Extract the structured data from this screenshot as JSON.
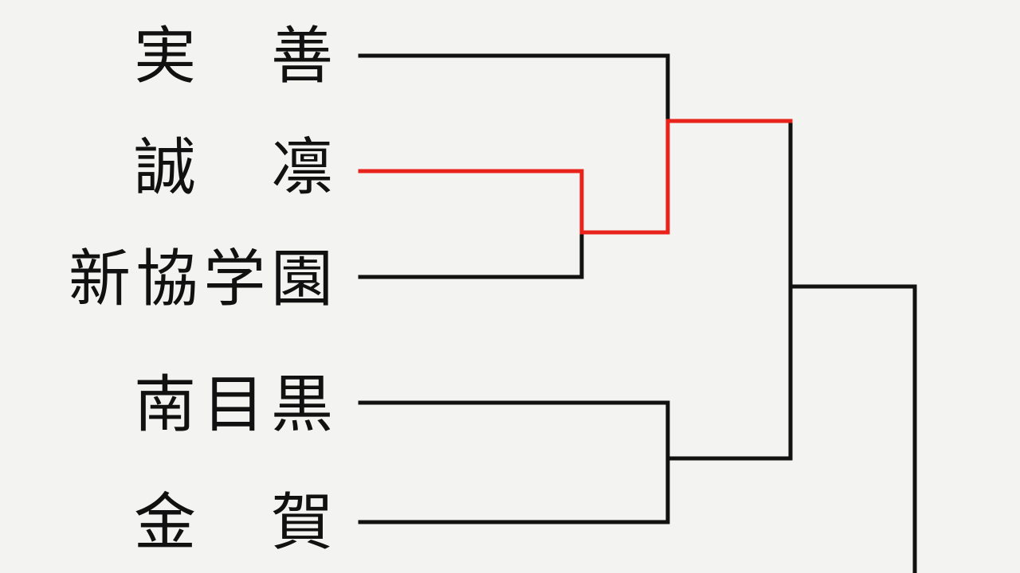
{
  "teams": [
    {
      "name": "実善",
      "chars": [
        "実",
        "善"
      ]
    },
    {
      "name": "誠凛",
      "chars": [
        "誠",
        "凛"
      ]
    },
    {
      "name": "新協学園",
      "chars": [
        "新",
        "協",
        "学",
        "園"
      ]
    },
    {
      "name": "南目黒",
      "chars": [
        "南",
        "目",
        "黒"
      ]
    },
    {
      "name": "金賀",
      "chars": [
        "金",
        "賀"
      ]
    }
  ],
  "colors": {
    "line": "#111111",
    "highlight": "#e8231c",
    "background": "#f3f3f1"
  }
}
